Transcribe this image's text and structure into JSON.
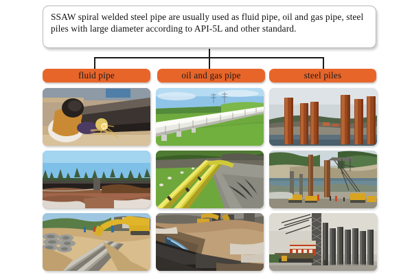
{
  "description": {
    "text": "SSAW spiral welded steel pipe are usually used as fluid pipe, oil and gas pipe, steel piles with large diameter according to API-5L and other standard."
  },
  "colors": {
    "pill_orange": "#e8652a",
    "connector": "#1a1a1a",
    "box_border": "#b9b9b9",
    "background": "#ffffff",
    "text": "#111111"
  },
  "categories": [
    {
      "label": "fluid pipe"
    },
    {
      "label": "oil and gas pipe"
    },
    {
      "label": "steel piles"
    }
  ],
  "gallery": {
    "rows": 3,
    "columns": 3,
    "photos": [
      {
        "caption": "welder-working-on-large-steel-pipe"
      },
      {
        "caption": "white-pipeline-across-green-field"
      },
      {
        "caption": "rusty-steel-piles-in-water"
      },
      {
        "caption": "dark-pipeline-in-muddy-field"
      },
      {
        "caption": "yellow-gas-pipelines-on-grass"
      },
      {
        "caption": "pile-driving-rig-at-river-bridge"
      },
      {
        "caption": "pipes-laid-in-trench-with-excavator"
      },
      {
        "caption": "dark-pipes-in-excavated-trench-snow"
      },
      {
        "caption": "pile-driver-with-rows-of-steel-piles"
      }
    ]
  }
}
